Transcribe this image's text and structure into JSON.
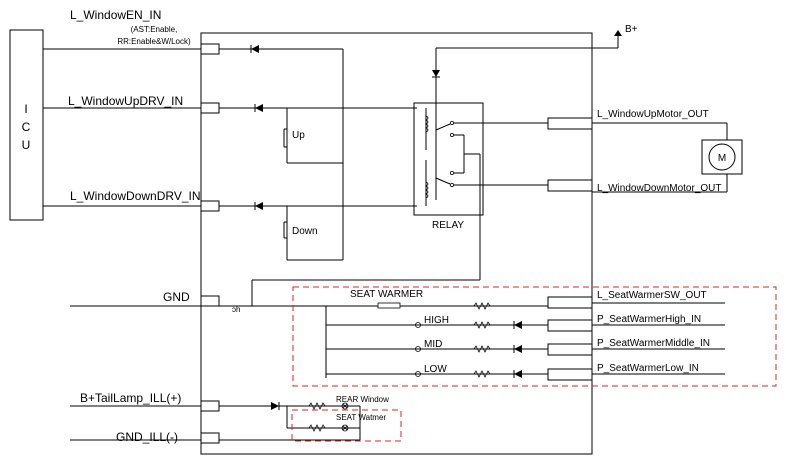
{
  "icu": {
    "label_chars": [
      "I",
      "C",
      "U"
    ]
  },
  "inputs": {
    "window_en": "L_WindowEN_IN",
    "window_en_note_1": "(AST:Enable,",
    "window_en_note_2": "RR:Enable&W/Lock)",
    "window_up": "L_WindowUpDRV_IN",
    "window_down": "L_WindowDownDRV_IN",
    "gnd": "GND",
    "taillamp": "B+TailLamp_ILL(+)",
    "gnd_ill": "GND_ILL(-)"
  },
  "outputs": {
    "battery": "B+",
    "up_motor": "L_WindowUpMotor_OUT",
    "down_motor": "L_WindowDownMotor_OUT",
    "seat_sw": "L_SeatWarmerSW_OUT",
    "seat_high": "P_SeatWarmerHigh_IN",
    "seat_mid": "P_SeatWarmerMiddle_IN",
    "seat_low": "P_SeatWarmerLow_IN"
  },
  "components": {
    "switch_up": "Up",
    "switch_down": "Down",
    "relay": "RELAY",
    "motor": "M",
    "seat_warmer": "SEAT WARMER",
    "high": "HIGH",
    "mid": "MID",
    "low": "LOW",
    "rear_window": "REAR Window",
    "seat_watmer": "SEAT Watmer"
  },
  "colors": {
    "wire": "#000000",
    "highlight_box": "#e02020"
  },
  "icons": {
    "diode": "diode-icon",
    "resistor": "resistor-icon",
    "lamp": "lamp-icon",
    "motor": "motor-icon",
    "ground": "ground-icon"
  }
}
